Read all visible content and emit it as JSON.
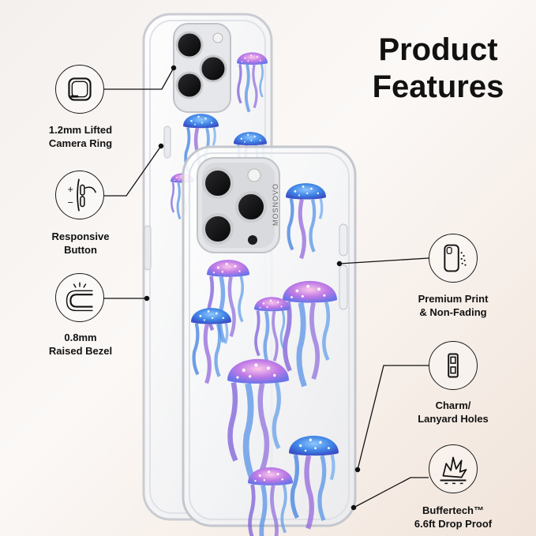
{
  "title": {
    "line1": "Product",
    "line2": "Features"
  },
  "case_brand": "MOSNOVO",
  "features_left": [
    {
      "icon": "camera-ring-icon",
      "line1": "1.2mm Lifted",
      "line2": "Camera Ring"
    },
    {
      "icon": "button-icon",
      "line1": "Responsive",
      "line2": "Button"
    },
    {
      "icon": "bezel-icon",
      "line1": "0.8mm",
      "line2": "Raised Bezel"
    }
  ],
  "features_right": [
    {
      "icon": "print-icon",
      "line1": "Premium Print",
      "line2": "& Non-Fading"
    },
    {
      "icon": "lanyard-hole-icon",
      "line1": "Charm/",
      "line2": "Lanyard Holes"
    },
    {
      "icon": "drop-proof-icon",
      "line1": "Buffertech™",
      "line2": "6.6ft Drop Proof"
    }
  ],
  "colors": {
    "jelly_blue": "#4d8ee6",
    "jelly_purple": "#8d5ed8",
    "jelly_pink": "#f2a6d6",
    "ink": "#111111"
  }
}
